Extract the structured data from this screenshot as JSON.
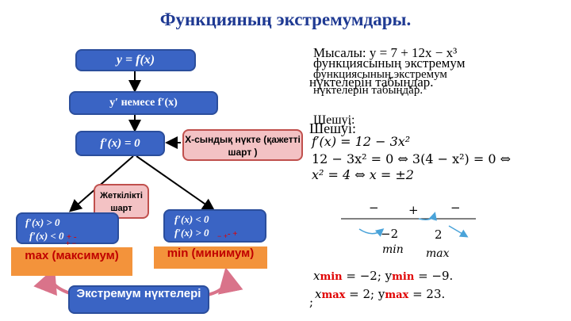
{
  "title": "Функцияның экстремумдары.",
  "flow": {
    "box_y_fx": "y = f(x)",
    "box_derivative": "y′ немесе f′(x)",
    "box_zero": "f′(x) = 0",
    "box_necessary": "Х-сындық нүкте (қажетті шарт )",
    "box_sufficient": "Жеткілікті шарт",
    "left_lines": [
      "f′(x) > 0",
      "f′(x) < 0"
    ],
    "left_signs": "+ -",
    "left_small_sign": "+ −",
    "right_lines": [
      "f′(x) < 0",
      "f′(x) > 0"
    ],
    "right_signs": "- +",
    "right_small_sign": "− +",
    "max_label": "max (максимум)",
    "min_label": "min (минимум)",
    "extremum_label": "Экстремум нүктелері"
  },
  "example": {
    "line1": "Мысалы: y = 7 + 12x − x³",
    "line1_overlay": "функциясының экстремум",
    "line2": "функциясының экстремум",
    "line3": "нүктелерін  табыңдар.",
    "line3_overlay": "нүктелерін  табыңдар.",
    "solution_label_a": "Шешуі:",
    "solution_label_b": "Шешуі:",
    "eq1": "f′(x) = 12 − 3x²",
    "eq2": "12 − 3x² = 0 ⇔ 3(4 − x²) = 0 ⇔",
    "eq3": "x² = 4 ⇔  x = ±2",
    "sign_minus1": "−",
    "sign_plus": "+",
    "sign_minus2": "−",
    "pt1": "−2",
    "pt2": "2",
    "min_word": "min",
    "max_word": "max",
    "res_min_x": "x",
    "res_min_sub": "min",
    "res_min_val": " = −2; y",
    "res_min_sub2": "min",
    "res_min_val2": " = −9.",
    "res_max_x": "x",
    "res_max_sub": "max",
    "res_max_val": " = 2; y",
    "res_max_sub2": "max",
    "res_max_val2": " = 23.",
    "semicolon": ";"
  },
  "colors": {
    "title": "#1f3a93",
    "box_blue": "#3a64c4",
    "box_pink": "#f3c2c4",
    "box_orange": "#f3933b",
    "red": "#e00000",
    "arrow_pink": "#d9738a",
    "arrow_blue": "#4aa3d9"
  }
}
